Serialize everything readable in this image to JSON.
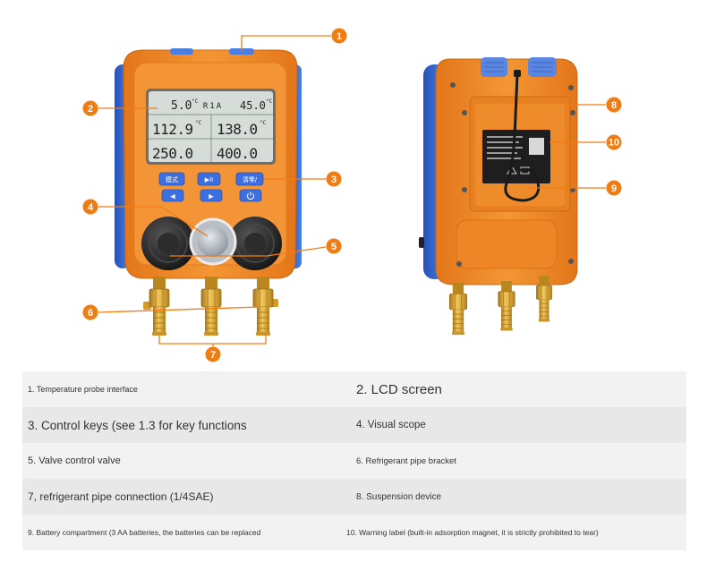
{
  "colors": {
    "callout": "#f07c14",
    "body_orange": "#f08a28",
    "bumper_blue": "#3163cc",
    "brass": "#dba433",
    "row_light": "#f2f2f2",
    "row_dark": "#e8e8e8"
  },
  "callouts": {
    "c1": "1",
    "c2": "2",
    "c3": "3",
    "c4": "4",
    "c5": "5",
    "c6": "6",
    "c7": "7",
    "c8": "8",
    "c9": "9",
    "c10": "10"
  },
  "device_front": {
    "lcd": {
      "temp_left": "5.0",
      "unit_tl": "°C",
      "refrigerant": "R1A",
      "temp_right": "45.0",
      "unit_tr": "°C",
      "pressure_left": "112.9",
      "unit_pl": "°C",
      "pressure_right": "138.0",
      "unit_pr": "°C",
      "value_left": "250.0",
      "value_right": "400.0"
    },
    "buttons": {
      "mode": "模式",
      "play_pause": "▶II",
      "zero": "清零/",
      "left": "◀",
      "right": "▶",
      "power_icon": "power-icon"
    }
  },
  "legend": {
    "rows": [
      {
        "left": "1. Temperature probe interface",
        "right": "2. LCD screen"
      },
      {
        "left": "3. Control keys (see 1.3 for key functions",
        "right": "4. Visual scope"
      },
      {
        "left": "5. Valve control valve",
        "right": "6. Refrigerant pipe bracket"
      },
      {
        "left": "7, refrigerant pipe connection (1/4SAE)",
        "right": "8. Suspension device"
      },
      {
        "left": "9. Battery compartment (3 AA batteries, the batteries can be replaced",
        "right": "10. Warning label (built-in adsorption magnet, it is strictly prohibited to tear)"
      }
    ]
  }
}
